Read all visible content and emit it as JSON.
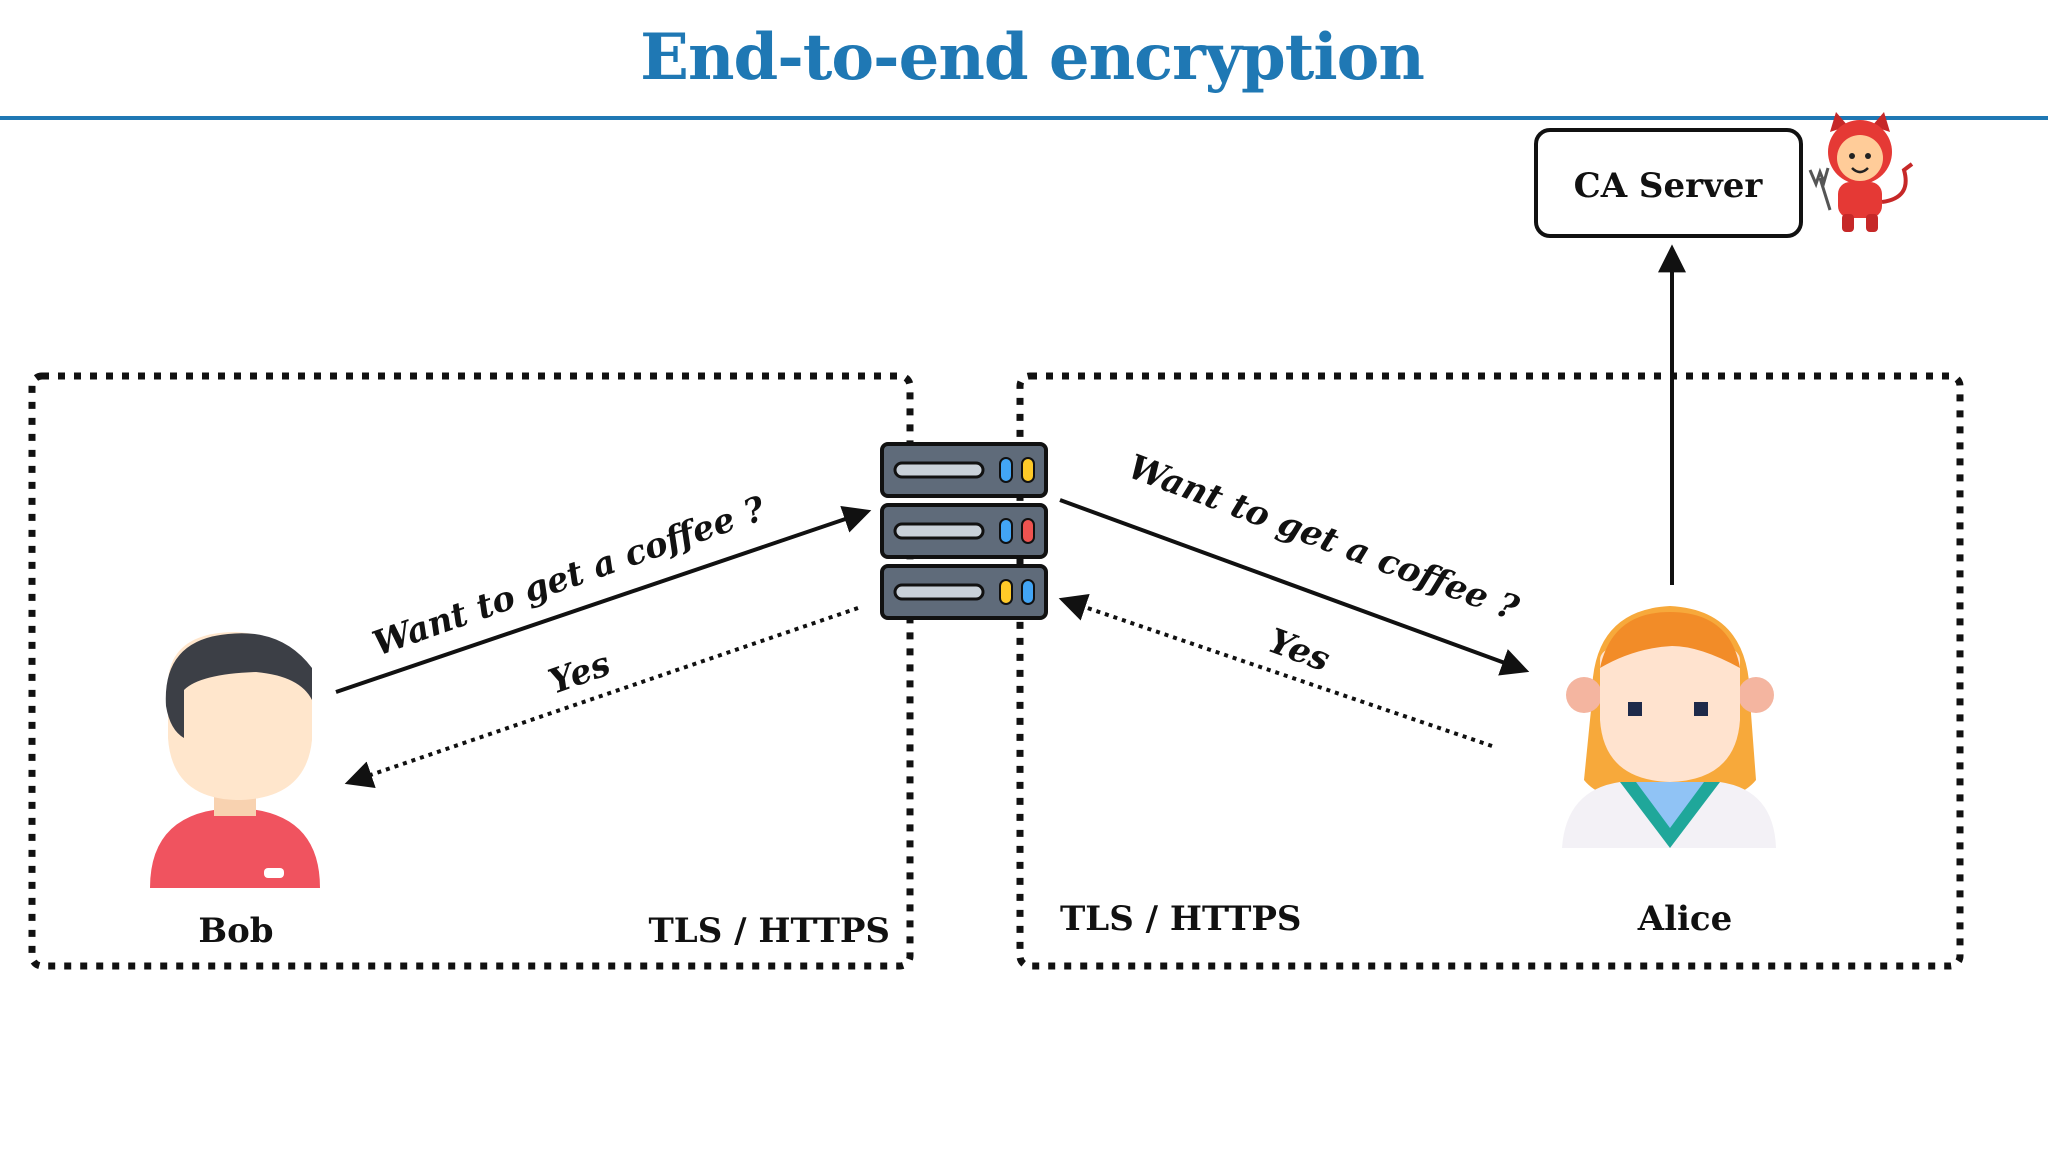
{
  "slide": {
    "title": "End-to-end encryption"
  },
  "diagram": {
    "ca_server_label": "CA Server",
    "left_zone_label": "TLS / HTTPS",
    "right_zone_label": "TLS / HTTPS",
    "bob_label": "Bob",
    "alice_label": "Alice",
    "msg_left_request": "Want to get a coffee ?",
    "msg_left_reply": "Yes",
    "msg_right_request": "Want to get a coffee ?",
    "msg_right_reply": "Yes"
  },
  "colors": {
    "title": "#1f78b4",
    "server_body": "#5f6b7a",
    "bob_shirt": "#f0535f",
    "alice_hair": "#f7a93b",
    "devil_red": "#e53935"
  }
}
